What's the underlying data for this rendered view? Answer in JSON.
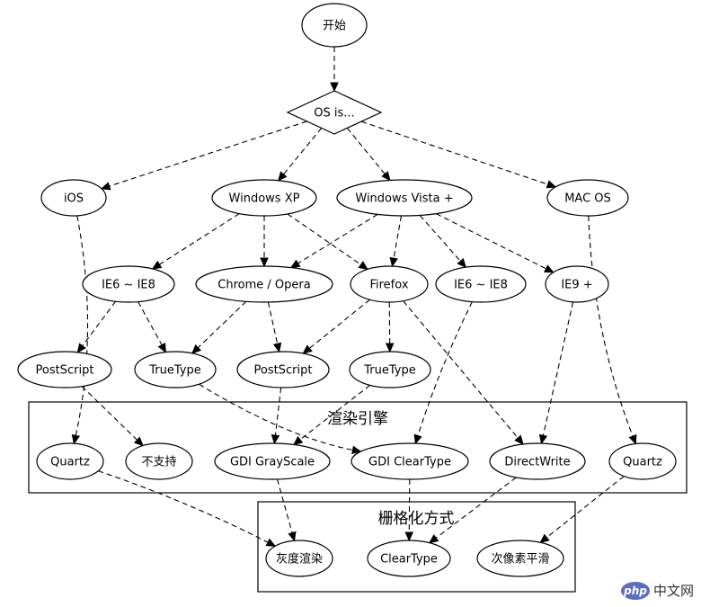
{
  "diagram": {
    "start": "开始",
    "os_decision": "OS is...",
    "os": {
      "ios": "iOS",
      "winxp": "Windows XP",
      "winvista": "Windows Vista +",
      "mac": "MAC OS"
    },
    "browsers": {
      "ie6_ie8_xp": "IE6 ~ IE8",
      "chrome_opera": "Chrome / Opera",
      "firefox": "Firefox",
      "ie6_ie8_vista": "IE6 ~ IE8",
      "ie9": "IE9 +"
    },
    "font_formats": {
      "postscript_1": "PostScript",
      "truetype_1": "TrueType",
      "postscript_2": "PostScript",
      "truetype_2": "TrueType"
    },
    "render_engine": {
      "title": "渲染引擎",
      "quartz_1": "Quartz",
      "unsupported": "不支持",
      "gdi_grayscale": "GDI GrayScale",
      "gdi_cleartype": "GDI ClearType",
      "directwrite": "DirectWrite",
      "quartz_2": "Quartz"
    },
    "rasterization": {
      "title": "栅格化方式",
      "grayscale": "灰度渲染",
      "cleartype": "ClearType",
      "subpixel": "次像素平滑"
    }
  },
  "watermark": {
    "logo": "php",
    "text": "中文网"
  }
}
